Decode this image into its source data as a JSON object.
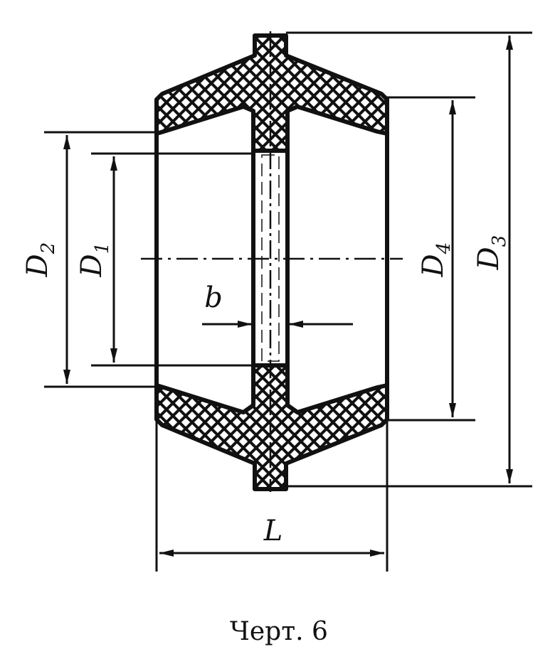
{
  "figure": {
    "caption": "Черт. 6"
  },
  "dimensions": {
    "D1": {
      "letter": "D",
      "sub": "1"
    },
    "D2": {
      "letter": "D",
      "sub": "2"
    },
    "D3": {
      "letter": "D",
      "sub": "3"
    },
    "D4": {
      "letter": "D",
      "sub": "4"
    },
    "b": {
      "letter": "b"
    },
    "L": {
      "letter": "L"
    }
  },
  "colors": {
    "ink": "#111111",
    "paper": "#ffffff"
  }
}
